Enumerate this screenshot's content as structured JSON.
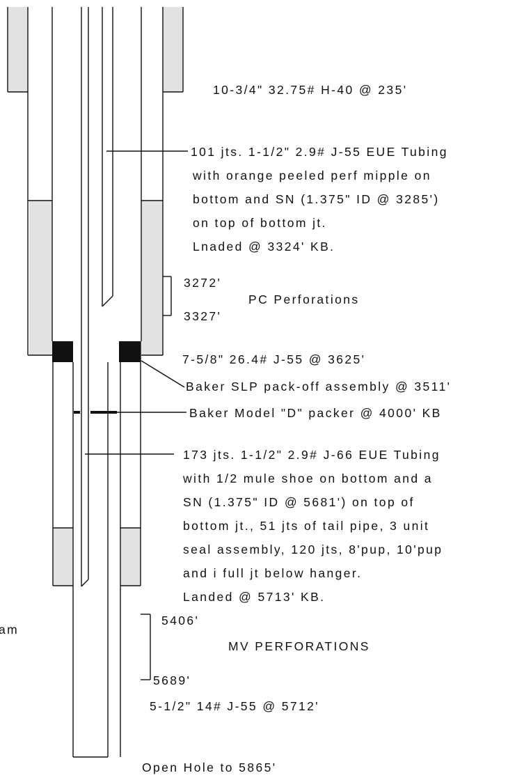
{
  "colors": {
    "line": "#111111",
    "cement": "#e2e2e2",
    "background": "#ffffff"
  },
  "surface_casing": {
    "label": "10-3/4\" 32.75# H-40 @ 235'"
  },
  "upper_tubing": {
    "lines": [
      "101 jts. 1-1/2\" 2.9# J-55 EUE Tubing",
      "with orange peeled perf mipple on",
      "bottom and SN (1.375\" ID @ 3285')",
      "on top of bottom jt.",
      "Lnaded @ 3324' KB."
    ]
  },
  "pc_perforations": {
    "top": "3272'",
    "bottom": "3327'",
    "label": "PC Perforations"
  },
  "intermediate_casing": {
    "label": "7-5/8\" 26.4# J-55 @ 3625'"
  },
  "pack_off": {
    "label": "Baker SLP pack-off assembly @ 3511'"
  },
  "packer": {
    "label": "Baker Model \"D\" packer @ 4000' KB"
  },
  "lower_tubing": {
    "lines": [
      "173 jts. 1-1/2\" 2.9# J-66 EUE Tubing",
      "with 1/2 mule shoe on bottom and a",
      "SN (1.375\" ID @ 5681') on top of",
      "bottom jt., 51 jts of tail pipe, 3 unit",
      "seal assembly, 120 jts, 8'pup, 10'pup",
      "and i full jt below hanger.",
      "Landed @ 5713' KB."
    ]
  },
  "cut_off_text": "am",
  "mv_perforations": {
    "top": "5406'",
    "bottom": "5689'",
    "label": "MV PERFORATIONS"
  },
  "production_casing": {
    "label": "5-1/2\" 14# J-55 @ 5712'"
  },
  "open_hole": {
    "label": "Open Hole to 5865'"
  }
}
